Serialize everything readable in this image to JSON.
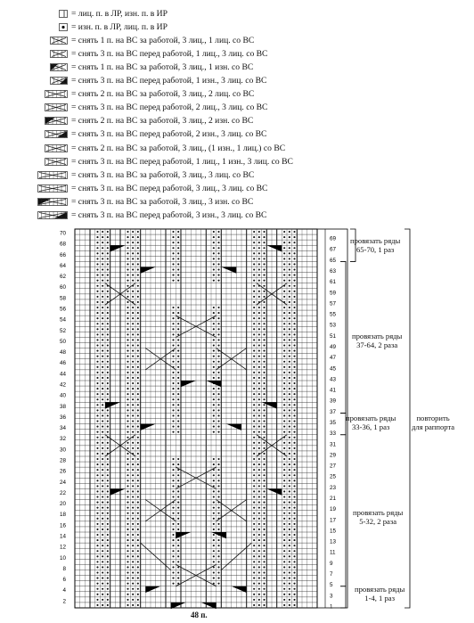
{
  "legend": [
    {
      "icon": "purl-bar-symbol",
      "text": "= лиц. п. в ЛР, изн. п. в ИР"
    },
    {
      "icon": "knit-dot-symbol",
      "text": "= изн. п. в ЛР, лиц. п. в ИР"
    },
    {
      "icon": "cable-3-1-right-symbol",
      "text": "= снять 1 п. на ВС за работой, 3 лиц., 1 лиц. со ВС"
    },
    {
      "icon": "cable-3-1-left-symbol",
      "text": "= снять 3 п. на ВС перед работой, 1 лиц., 3 лиц. со ВС"
    },
    {
      "icon": "cable-3-1-right-purl-symbol",
      "text": "= снять 1 п. на ВС за работой, 3 лиц., 1 изн. со ВС"
    },
    {
      "icon": "cable-3-1-left-purl-symbol",
      "text": "= снять 3 п. на ВС перед работой, 1 изн., 3 лиц. со ВС"
    },
    {
      "icon": "cable-3-2-right-symbol",
      "text": "= снять 2 п. на ВС за работой, 3 лиц., 2 лиц. со ВС"
    },
    {
      "icon": "cable-3-2-left-symbol",
      "text": "= снять 3 п. на ВС перед работой, 2 лиц., 3 лиц. со ВС"
    },
    {
      "icon": "cable-3-2-right-purl-symbol",
      "text": "= снять 2 п. на ВС за работой, 3 лиц., 2 изн. со ВС"
    },
    {
      "icon": "cable-3-2-left-purl-symbol",
      "text": "= снять 3 п. на ВС перед работой, 2 изн., 3 лиц. со ВС"
    },
    {
      "icon": "cable-3-3-right-center-symbol",
      "text": "= снять 2 п. на ВС за работой, 3 лиц., (1 изн., 1 лиц.) со ВС"
    },
    {
      "icon": "cable-3-3-left-center-symbol",
      "text": "= снять 3 п. на ВС перед работой, 1 лиц., 1 изн., 3 лиц. со ВС"
    },
    {
      "icon": "cable-3-3-right-symbol",
      "text": "= снять 3 п. на ВС за работой, 3 лиц., 3 лиц. со ВС"
    },
    {
      "icon": "cable-3-3-left-symbol",
      "text": "= снять 3 п. на ВС перед работой, 3 лиц., 3 лиц. со ВС"
    },
    {
      "icon": "cable-3-3-right-purl-symbol",
      "text": "= снять 3 п. на ВС за работой, 3 лиц., 3 изн. со ВС"
    },
    {
      "icon": "cable-3-3-left-purl-symbol",
      "text": "= снять 3 п. на ВС перед работой, 3 изн., 3 лиц. со ВС"
    }
  ],
  "chart": {
    "rows": 70,
    "stitches": 48,
    "left_row_numbers": [
      "70",
      "68",
      "66",
      "64",
      "62",
      "60",
      "58",
      "56",
      "54",
      "52",
      "50",
      "48",
      "46",
      "44",
      "42",
      "40",
      "38",
      "36",
      "34",
      "32",
      "30",
      "28",
      "26",
      "24",
      "22",
      "20",
      "18",
      "16",
      "14",
      "12",
      "10",
      "8",
      "6",
      "4",
      "2"
    ],
    "right_row_numbers": [
      "69",
      "67",
      "65",
      "63",
      "61",
      "59",
      "57",
      "55",
      "53",
      "51",
      "49",
      "47",
      "45",
      "43",
      "41",
      "39",
      "37",
      "35",
      "33",
      "31",
      "29",
      "27",
      "25",
      "23",
      "21",
      "19",
      "17",
      "15",
      "13",
      "11",
      "9",
      "7",
      "5",
      "3",
      "1"
    ],
    "stitch_count_label": "48 п."
  },
  "notes": [
    {
      "id": "rows-65-70",
      "line1": "провязать ряды",
      "line2": "65-70, 1 раз"
    },
    {
      "id": "rows-37-64",
      "line1": "провязать ряды",
      "line2": "37-64, 2 раза"
    },
    {
      "id": "rows-33-36",
      "line1": "провязать ряды",
      "line2": "33-36, 1 раз"
    },
    {
      "id": "repeat",
      "line1": "повторить",
      "line2": "для раппорта"
    },
    {
      "id": "rows-5-32",
      "line1": "провязать ряды",
      "line2": "5-32, 2 раза"
    },
    {
      "id": "rows-1-4",
      "line1": "провязать ряды",
      "line2": "1-4, 1 раз"
    }
  ]
}
